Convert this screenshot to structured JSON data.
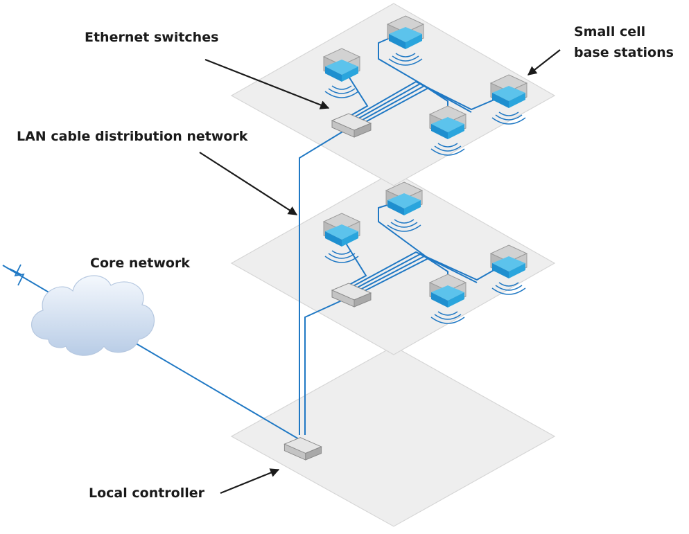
{
  "labels": {
    "ethernet_switches": "Ethernet switches",
    "small_cell_line1": "Small cell",
    "small_cell_line2": "base stations",
    "lan_cable": "LAN cable distribution network",
    "core_network": "Core network",
    "local_controller": "Local controller"
  },
  "colors": {
    "cable": "#1f78c4",
    "floor": "#eeeeee",
    "cube_top": "#5cc3ec",
    "cloud": "#c9d9ee"
  },
  "icons": {
    "base_station": "small-cell-cube-icon",
    "switch": "ethernet-switch-box-icon",
    "cloud": "cloud-icon",
    "link": "lightning-link-icon"
  }
}
